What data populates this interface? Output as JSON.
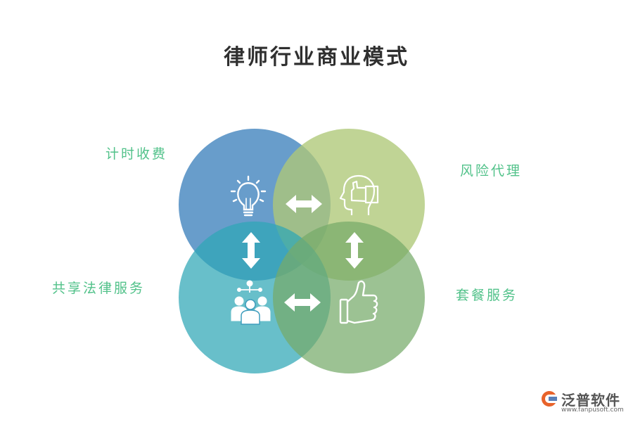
{
  "title": "律师行业商业模式",
  "labels": {
    "top_left": "计时收费",
    "top_right": "风险代理",
    "bottom_left": "共享法律服务",
    "bottom_right": "套餐服务"
  },
  "circles": [
    {
      "name": "top-left",
      "color": "#3e82bc"
    },
    {
      "name": "top-right",
      "color": "#aec877"
    },
    {
      "name": "bottom-left",
      "color": "#2ea6b6"
    },
    {
      "name": "bottom-right",
      "color": "#76aa6a"
    }
  ],
  "icons": {
    "top_left": "lightbulb-icon",
    "top_right": "head-thumbs-up-icon",
    "bottom_left": "team-network-icon",
    "bottom_right": "thumbs-up-icon"
  },
  "logo": {
    "name": "泛普软件",
    "url": "www.fanpusoft.com",
    "accent": "#e8632b"
  }
}
